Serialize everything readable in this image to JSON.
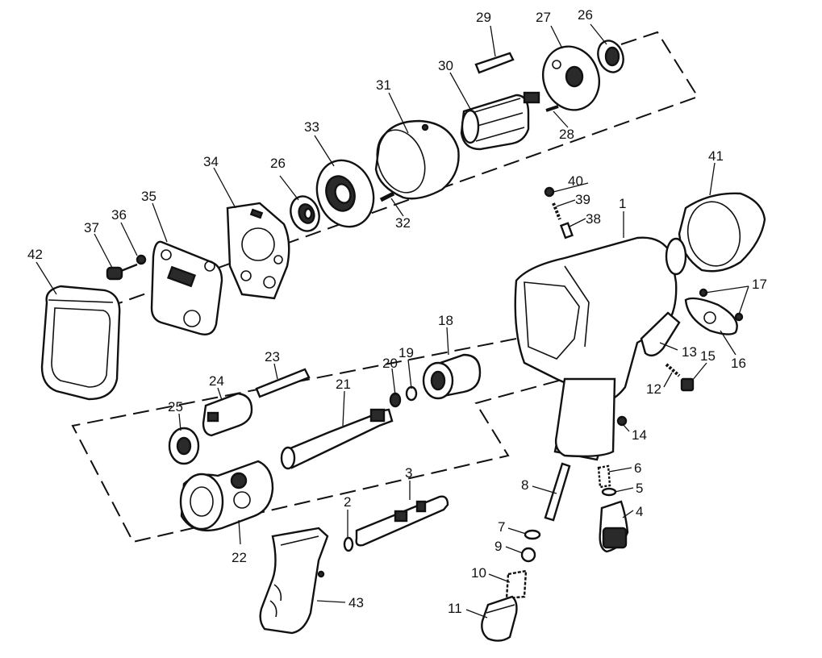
{
  "diagram": {
    "type": "exploded-parts-view",
    "labels": [
      {
        "id": "l1",
        "text": "1"
      },
      {
        "id": "l2",
        "text": "2"
      },
      {
        "id": "l3",
        "text": "3"
      },
      {
        "id": "l4",
        "text": "4"
      },
      {
        "id": "l5",
        "text": "5"
      },
      {
        "id": "l6",
        "text": "6"
      },
      {
        "id": "l7",
        "text": "7"
      },
      {
        "id": "l8",
        "text": "8"
      },
      {
        "id": "l9",
        "text": "9"
      },
      {
        "id": "l10",
        "text": "10"
      },
      {
        "id": "l11",
        "text": "11"
      },
      {
        "id": "l12",
        "text": "12"
      },
      {
        "id": "l13",
        "text": "13"
      },
      {
        "id": "l14",
        "text": "14"
      },
      {
        "id": "l15",
        "text": "15"
      },
      {
        "id": "l16",
        "text": "16"
      },
      {
        "id": "l17",
        "text": "17"
      },
      {
        "id": "l18",
        "text": "18"
      },
      {
        "id": "l19",
        "text": "19"
      },
      {
        "id": "l20",
        "text": "20"
      },
      {
        "id": "l21",
        "text": "21"
      },
      {
        "id": "l22",
        "text": "22"
      },
      {
        "id": "l23",
        "text": "23"
      },
      {
        "id": "l24",
        "text": "24"
      },
      {
        "id": "l25",
        "text": "25"
      },
      {
        "id": "l26a",
        "text": "26"
      },
      {
        "id": "l26b",
        "text": "26"
      },
      {
        "id": "l27",
        "text": "27"
      },
      {
        "id": "l28",
        "text": "28"
      },
      {
        "id": "l29",
        "text": "29"
      },
      {
        "id": "l30",
        "text": "30"
      },
      {
        "id": "l31",
        "text": "31"
      },
      {
        "id": "l32",
        "text": "32"
      },
      {
        "id": "l33",
        "text": "33"
      },
      {
        "id": "l34",
        "text": "34"
      },
      {
        "id": "l35",
        "text": "35"
      },
      {
        "id": "l36",
        "text": "36"
      },
      {
        "id": "l37",
        "text": "37"
      },
      {
        "id": "l38",
        "text": "38"
      },
      {
        "id": "l39",
        "text": "39"
      },
      {
        "id": "l40",
        "text": "40"
      },
      {
        "id": "l41",
        "text": "41"
      },
      {
        "id": "l42",
        "text": "42"
      },
      {
        "id": "l43",
        "text": "43"
      }
    ]
  }
}
